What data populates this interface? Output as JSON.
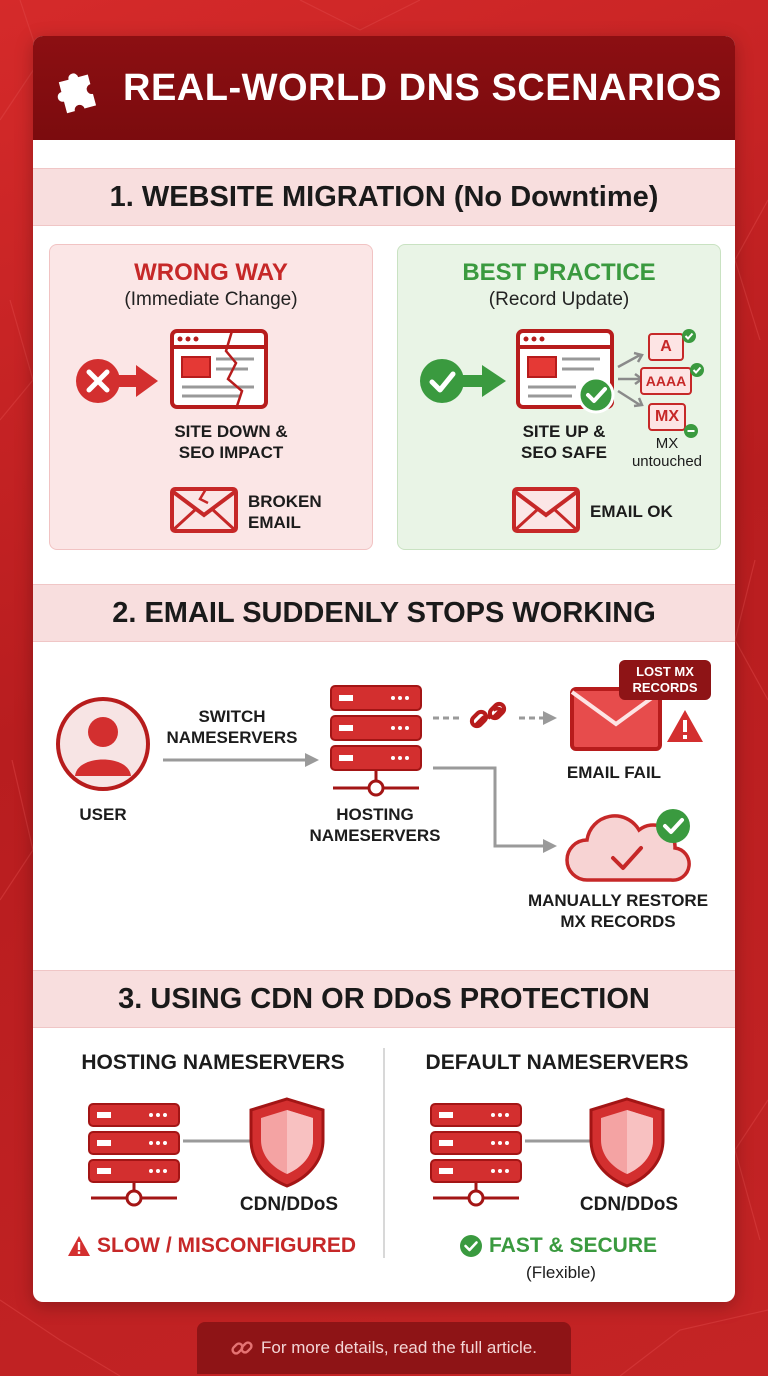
{
  "header": {
    "title": "REAL-WORLD DNS SCENARIOS",
    "icon": "puzzle-icon"
  },
  "section1": {
    "title": "1. WEBSITE MIGRATION (No Downtime)",
    "wrong": {
      "title": "WRONG WAY",
      "subtitle": "(Immediate Change)",
      "site_label": "SITE DOWN & SEO IMPACT",
      "site_label_1": "SITE DOWN &",
      "site_label_2": "SEO IMPACT",
      "email_label_1": "BROKEN",
      "email_label_2": "EMAIL",
      "color": "#c62828"
    },
    "best": {
      "title": "BEST PRACTICE",
      "subtitle": "(Record Update)",
      "site_label_1": "SITE UP &",
      "site_label_2": "SEO SAFE",
      "records": [
        "A",
        "AAAA",
        "MX"
      ],
      "mx_note_1": "MX",
      "mx_note_2": "untouched",
      "email_label": "EMAIL OK",
      "color": "#3a9a3f"
    }
  },
  "section2": {
    "title": "2. EMAIL SUDDENLY STOPS WORKING",
    "user_label": "USER",
    "switch_label_1": "SWITCH",
    "switch_label_2": "NAMESERVERS",
    "hosting_label_1": "HOSTING",
    "hosting_label_2": "NAMESERVERS",
    "lost_badge_1": "LOST MX",
    "lost_badge_2": "RECORDS",
    "email_fail": "EMAIL FAIL",
    "restore_1": "MANUALLY RESTORE",
    "restore_2": "MX RECORDS"
  },
  "section3": {
    "title": "3. USING CDN OR DDoS PROTECTION",
    "left": {
      "heading": "HOSTING NAMESERVERS",
      "cdn_label": "CDN/DDoS",
      "status": "SLOW / MISCONFIGURED",
      "status_color": "#c62828"
    },
    "right": {
      "heading": "DEFAULT NAMESERVERS",
      "cdn_label": "CDN/DDoS",
      "status": "FAST & SECURE",
      "note": "(Flexible)",
      "status_color": "#3a9a3f"
    }
  },
  "footer": {
    "text": "For more details, read the full article.",
    "icon": "link-icon"
  }
}
